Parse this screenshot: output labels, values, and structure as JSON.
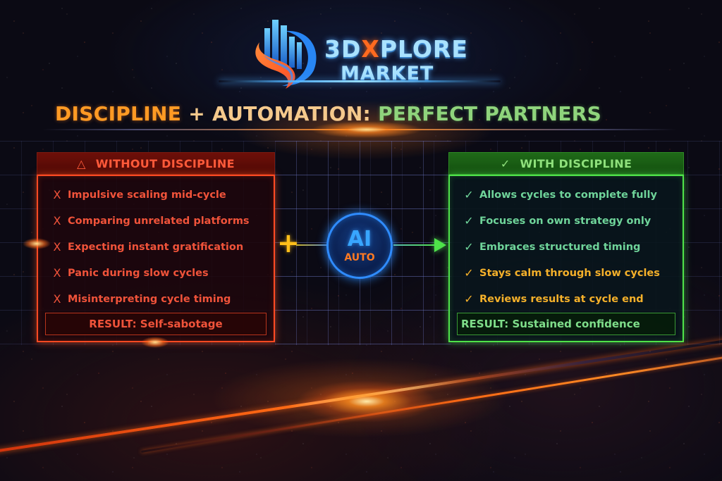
{
  "brand": {
    "name_prefix": "3D",
    "name_x": "X",
    "name_suffix": "PLORE",
    "subtitle": "MARKET",
    "icon": "bar-chart-swoosh-logo-icon"
  },
  "headline": {
    "part1": "DISCIPLINE",
    "part2": " + AUTOMATION:",
    "part3": " PERFECT PARTNERS"
  },
  "colors": {
    "orange_accent": "#ff9a24",
    "green_accent": "#8fd47c",
    "red_panel": "#ff4a22",
    "green_panel": "#4fe34a",
    "ai_blue": "#2f8cff",
    "amber": "#f4b02a"
  },
  "without": {
    "icon": "warning-triangle-icon",
    "icon_glyph": "△",
    "title": "WITHOUT DISCIPLINE",
    "mark_glyph": "X",
    "items": [
      "Impulsive scaling mid-cycle",
      "Comparing unrelated platforms",
      "Expecting instant gratification",
      "Panic during slow cycles",
      "Misinterpreting cycle timing"
    ],
    "result": "RESULT: Self-sabotage"
  },
  "with": {
    "icon": "checkmark-icon",
    "icon_glyph": "✓",
    "title": "WITH DISCIPLINE",
    "mark_glyph": "✓",
    "items": [
      "Allows cycles to complete fully",
      "Focuses on own strategy only",
      "Embraces structured timing",
      "Stays calm through slow cycles",
      "Reviews results at cycle end"
    ],
    "result": "RESULT: Sustained confidence"
  },
  "center": {
    "plus_glyph": "+",
    "ai_label": "AI",
    "ai_sublabel": "AUTO"
  }
}
